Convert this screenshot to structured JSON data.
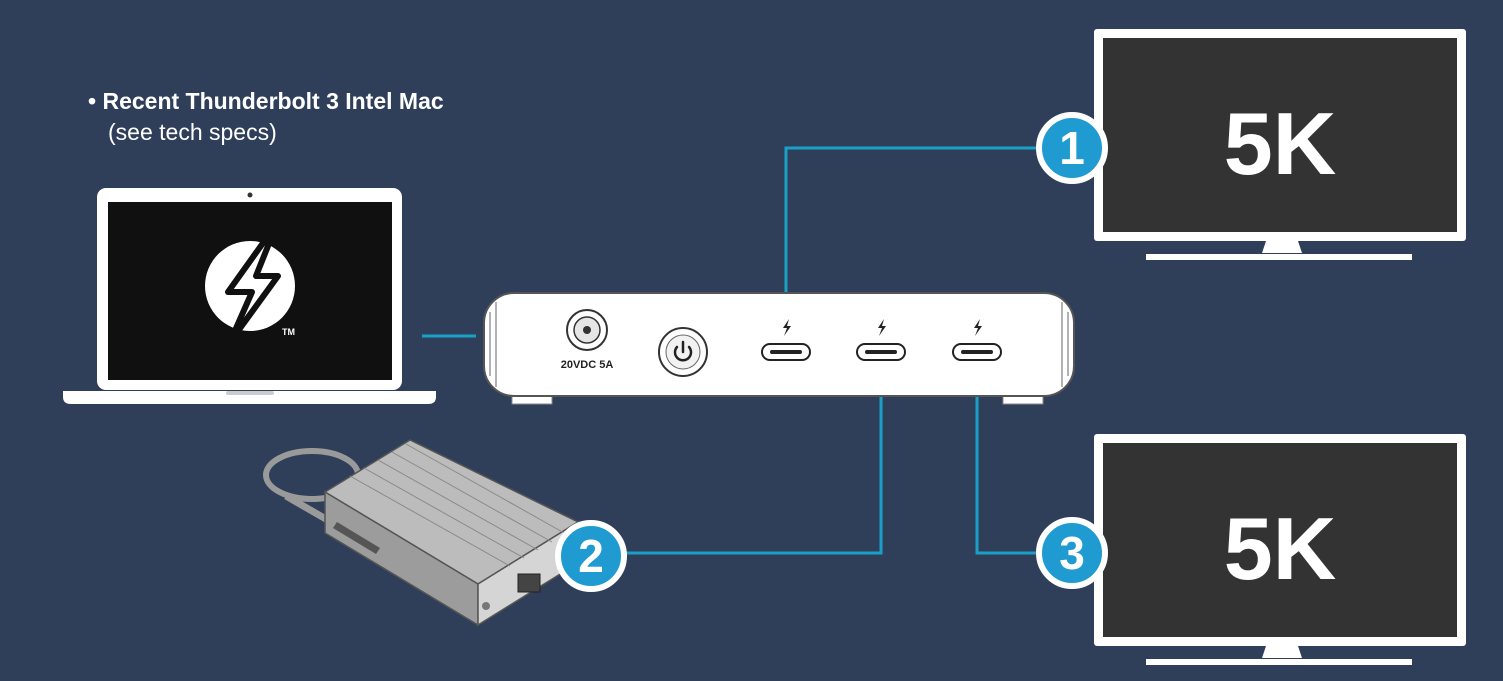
{
  "requirement": {
    "bullet": "•",
    "title": "Recent Thunderbolt 3 Intel Mac",
    "subtitle": "(see tech specs)"
  },
  "laptop": {
    "logo_icon": "thunderbolt-logo-icon",
    "trademark": "TM"
  },
  "dock": {
    "power_label": "20VDC 5A",
    "power_button_icon": "power-icon",
    "port_icon": "thunderbolt-bolt-icon"
  },
  "displays": [
    {
      "number": "1",
      "label": "5K"
    },
    {
      "number": "3",
      "label": "5K"
    }
  ],
  "adapter": {
    "number": "2"
  },
  "colors": {
    "background": "#2f3f5a",
    "cable": "#1aa0c6",
    "badge": "#1f9bd1",
    "screen": "#333333",
    "device": "#ffffff"
  }
}
